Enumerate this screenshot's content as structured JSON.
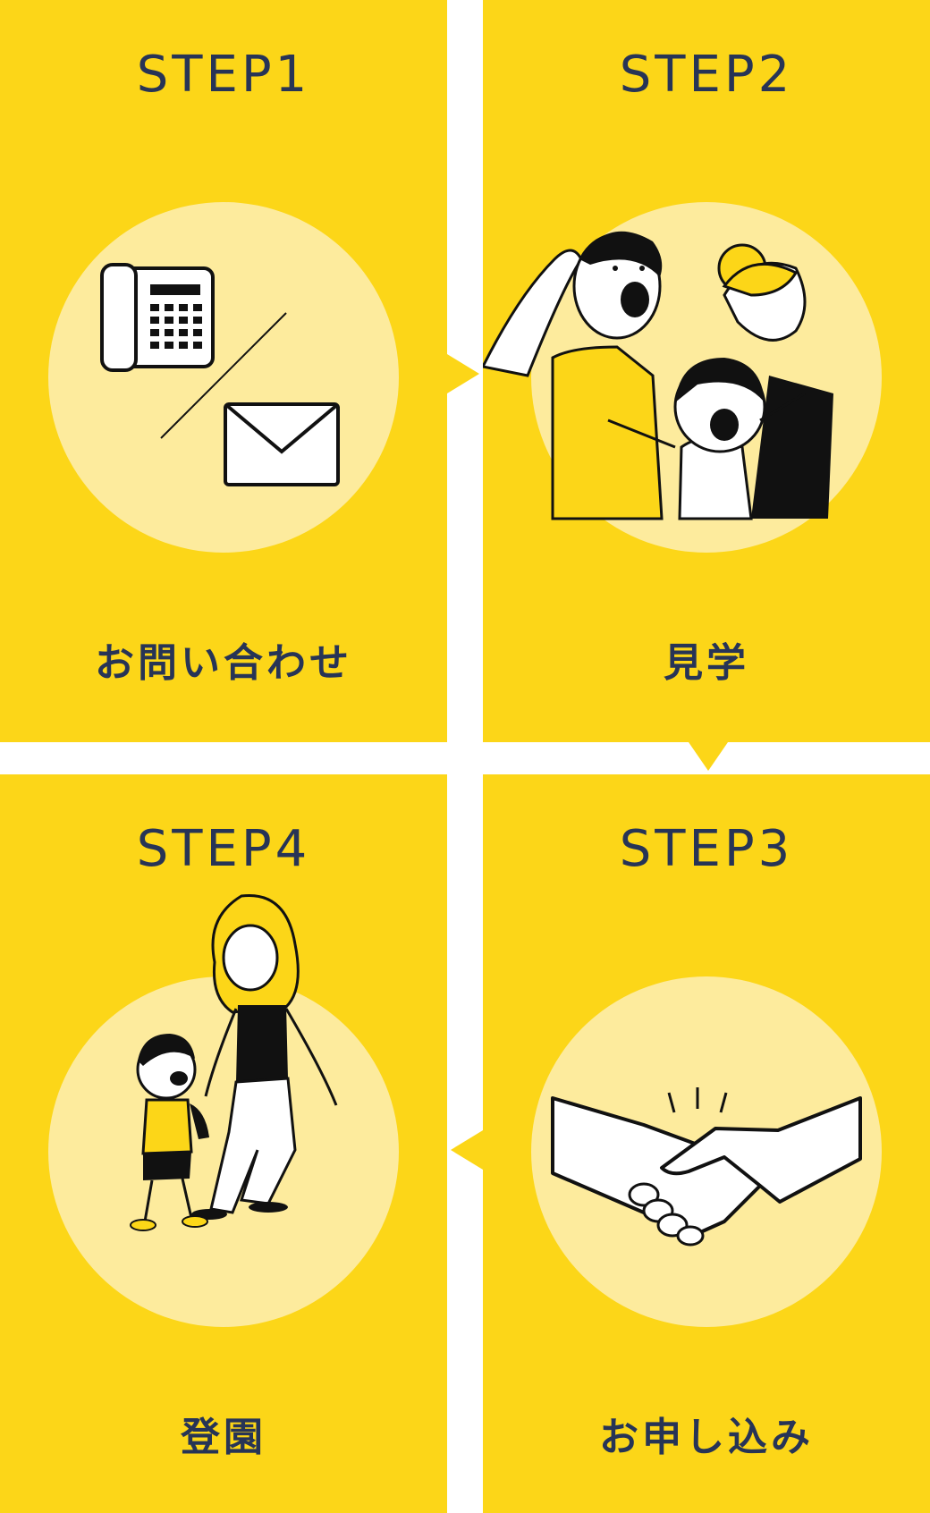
{
  "steps": [
    {
      "step": "STEP1",
      "label": "お問い合わせ",
      "icons": [
        "telephone-icon",
        "envelope-icon"
      ]
    },
    {
      "step": "STEP2",
      "label": "見学",
      "icons": [
        "family-illustration"
      ]
    },
    {
      "step": "STEP3",
      "label": "お申し込み",
      "icons": [
        "handshake-icon"
      ]
    },
    {
      "step": "STEP4",
      "label": "登園",
      "icons": [
        "parent-child-walking-illustration"
      ]
    }
  ],
  "colors": {
    "card_background": "#fcd618",
    "circle_background": "#fdeb9d",
    "text": "#273456",
    "line": "#111111"
  }
}
